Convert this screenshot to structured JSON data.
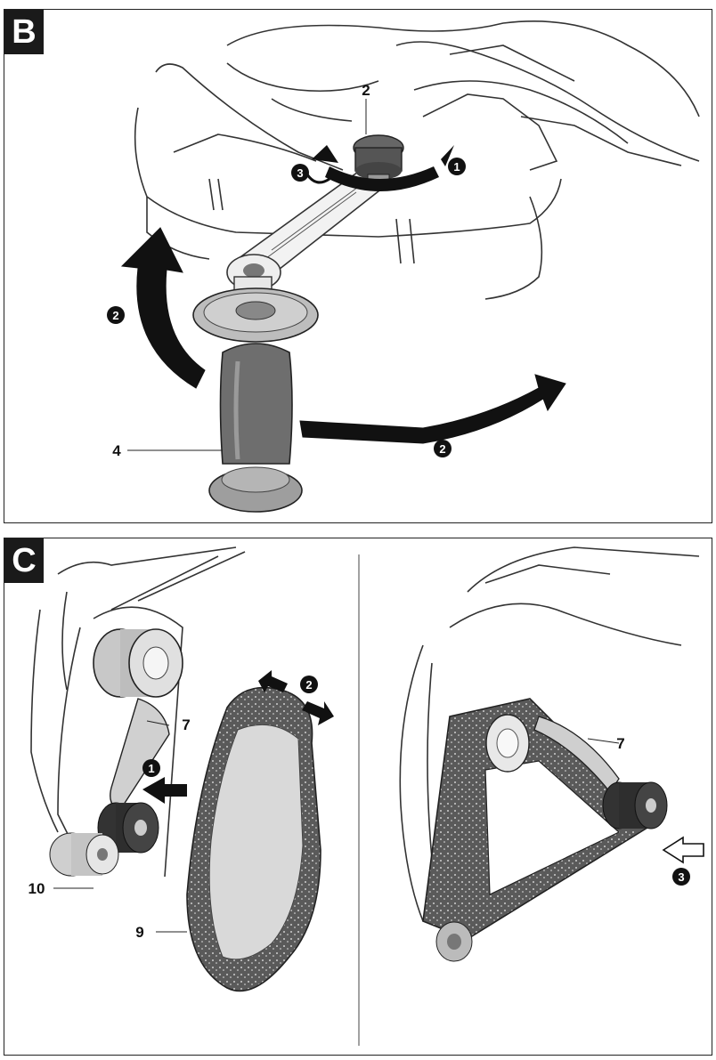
{
  "panel_b": {
    "badge": "B",
    "callouts": {
      "knob": "2",
      "handle": "4"
    },
    "steps": {
      "step1": "1",
      "step2a": "2",
      "step2b": "2",
      "step3": "3"
    }
  },
  "panel_c": {
    "badge": "C",
    "callouts": {
      "guard_left": "7",
      "belt": "9",
      "roller": "10",
      "guard_right": "7"
    },
    "steps": {
      "step1": "1",
      "step2": "2",
      "step3": "3"
    }
  }
}
